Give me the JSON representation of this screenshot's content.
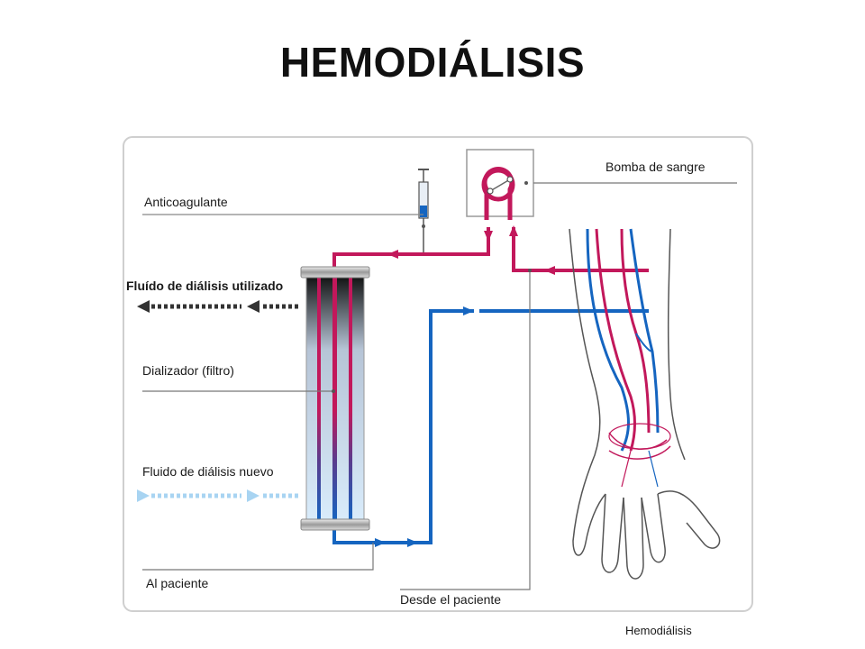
{
  "title": "HEMODIÁLISIS",
  "labels": {
    "anticoagulant": "Anticoagulante",
    "blood_pump": "Bomba de sangre",
    "used_fluid": "Fluído de diálisis utilizado",
    "dialyzer": "Dializador (filtro)",
    "new_fluid": "Fluido de diálisis nuevo",
    "to_patient": "Al paciente",
    "from_patient": "Desde el  paciente",
    "caption": "Hemodiálisis"
  },
  "colors": {
    "arterial": "#c2185b",
    "venous": "#1565c0",
    "line": "#555555",
    "frame": "#cccccc"
  }
}
